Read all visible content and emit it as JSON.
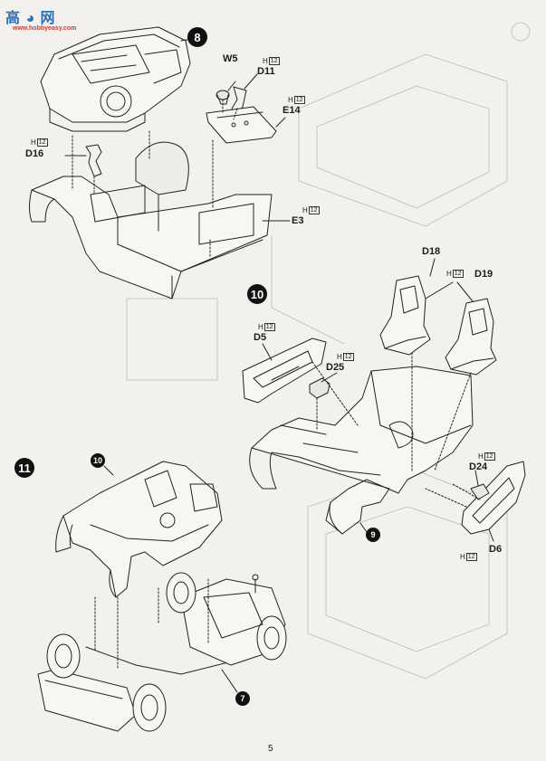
{
  "watermark": {
    "text": "高 ◕ 网",
    "sub": "www.hobbyeasy.com"
  },
  "page_number": "5",
  "steps": {
    "s8": "8",
    "s10": "10",
    "s11": "11",
    "s10_ref": "10",
    "s9_ref": "9",
    "s7_ref": "7"
  },
  "parts": {
    "w5": "W5",
    "d11": "D11",
    "e14": "E14",
    "d16": "D16",
    "e3": "E3",
    "d18": "D18",
    "d19": "D19",
    "d5": "D5",
    "d25": "D25",
    "d24": "D24",
    "d6": "D6"
  },
  "part_codes": {
    "h": "H",
    "n12": "12"
  }
}
